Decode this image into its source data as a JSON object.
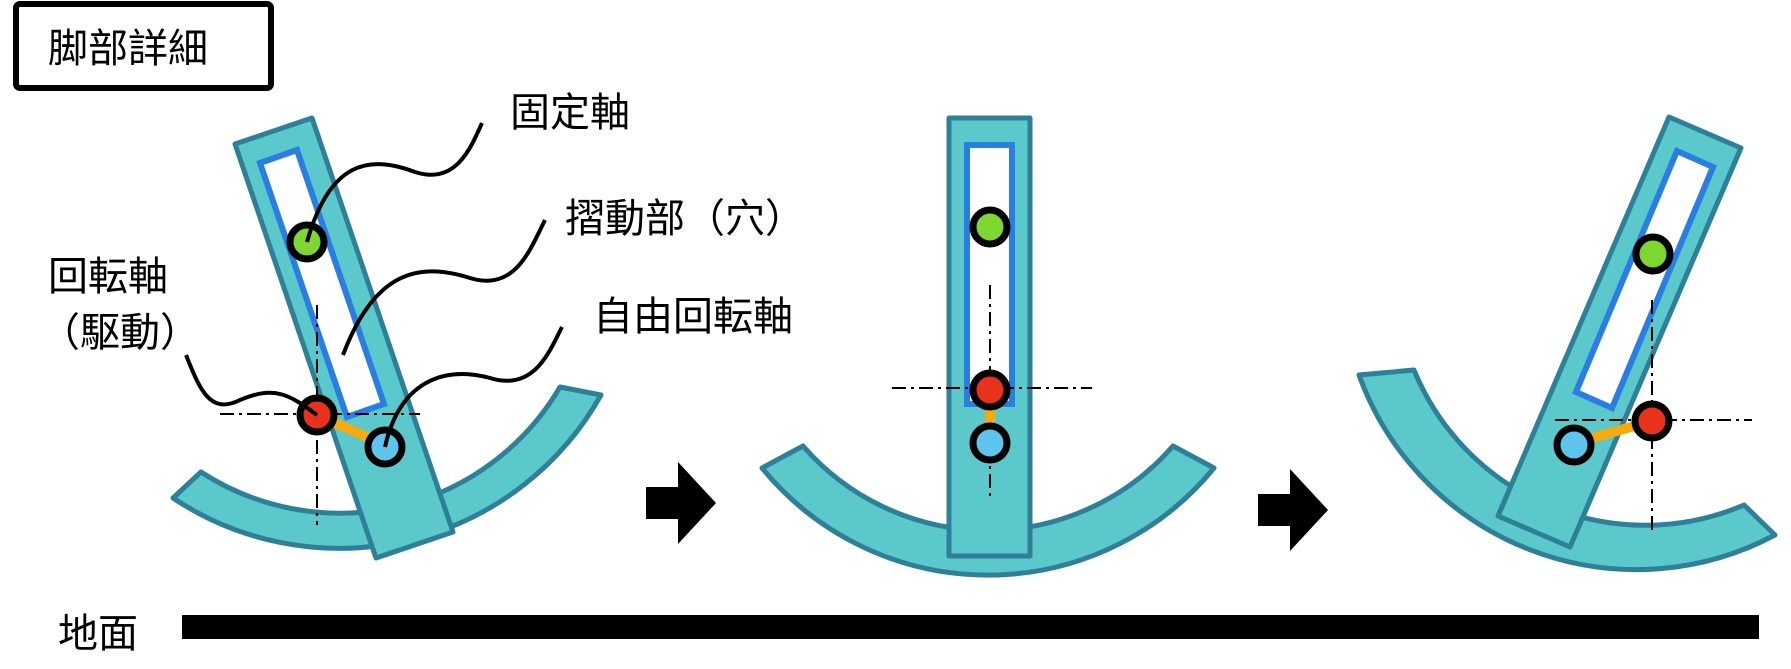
{
  "title": "脚部詳細",
  "labels": {
    "fixed_axis": "固定軸",
    "slider": "摺動部（穴）",
    "rotation_axis_line1": "回転軸",
    "rotation_axis_line2": "（駆動）",
    "free_axis": "自由回転軸",
    "ground": "地面"
  },
  "colors": {
    "leg_fill": "#5bc8cc",
    "leg_stroke": "#2e7f98",
    "slot": "#2a7de1",
    "fixed_pin": "#7ed630",
    "drive_pin": "#e8321c",
    "free_pin": "#5ec4ee",
    "link": "#f5aa10",
    "ground": "#000000"
  },
  "icons": {
    "step_arrow": "right-arrow-icon"
  }
}
